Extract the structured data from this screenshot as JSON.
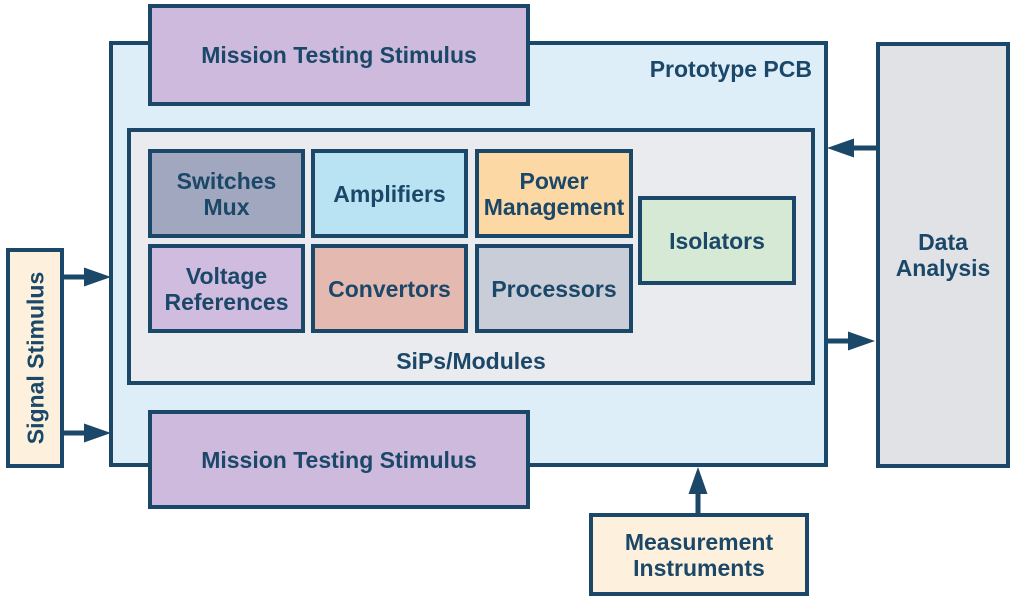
{
  "palette": {
    "navy": "#1b4768",
    "pcb_fill": "#ddeef8",
    "inner_fill": "#e9ebee",
    "mission_fill": "#cdbadc",
    "cream_fill": "#fdf1de",
    "analysis_fill": "#e0e2e5"
  },
  "pcb": {
    "label": "Prototype PCB"
  },
  "sips": {
    "label": "SiPs/Modules"
  },
  "modules": {
    "switches": {
      "label": "Switches Mux",
      "fill": "#a0a7bf"
    },
    "amplifiers": {
      "label": "Amplifiers",
      "fill": "#b9e2f2"
    },
    "power": {
      "label": "Power Management",
      "fill": "#fcd8a4"
    },
    "isolators": {
      "label": "Isolators",
      "fill": "#d6e9d4"
    },
    "voltage": {
      "label": "Voltage References",
      "fill": "#cfbcdf"
    },
    "convertors": {
      "label": "Convertors",
      "fill": "#e3b9b0"
    },
    "processors": {
      "label": "Processors",
      "fill": "#c9cdd7"
    }
  },
  "external": {
    "mission_top": "Mission Testing Stimulus",
    "mission_bottom": "Mission Testing Stimulus",
    "signal": "Signal Stimulus",
    "data_analysis": "Data Analysis",
    "measurement": "Measurement Instruments"
  },
  "connections": [
    {
      "from": "Signal Stimulus",
      "to": "Prototype PCB",
      "position": "upper-left"
    },
    {
      "from": "Signal Stimulus",
      "to": "Prototype PCB",
      "position": "lower-left"
    },
    {
      "from": "Data Analysis",
      "to": "Prototype PCB",
      "position": "upper-right"
    },
    {
      "from": "Prototype PCB",
      "to": "Data Analysis",
      "position": "lower-right"
    },
    {
      "from": "Measurement Instruments",
      "to": "Prototype PCB",
      "position": "bottom"
    }
  ]
}
